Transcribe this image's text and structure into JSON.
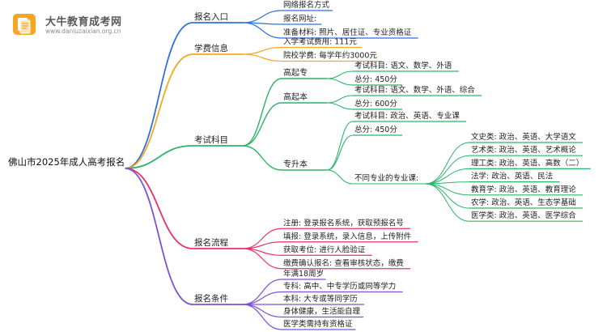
{
  "logo": {
    "title": "大牛教育成考网",
    "url": "www.daniuzaixian.org.cn"
  },
  "colors": {
    "blue": "#2f6fe0",
    "orange": "#f5a623",
    "green": "#2db46a",
    "pink": "#e8336a",
    "purple": "#7d52d6",
    "logo_orange": "#f5a623"
  },
  "root": {
    "label": "佛山市2025年成人高考报名"
  },
  "branches": [
    {
      "label": "报名入口",
      "items": [
        "网络报名方式",
        "报名网址:",
        "准备材料: 照片、居住证、专业资格证"
      ]
    },
    {
      "label": "学费信息",
      "items": [
        "入学考试费用: 111元",
        "院校学费: 每学年约3000元"
      ]
    },
    {
      "label": "考试科目",
      "children": [
        {
          "label": "高起专",
          "items": [
            "考试科目: 语文、数学、外语",
            "总分: 450分"
          ]
        },
        {
          "label": "高起本",
          "items": [
            "考试科目: 语文、数学、外语、综合",
            "总分: 600分"
          ]
        },
        {
          "label": "专升本",
          "items": [
            "考试科目: 政治、英语、专业课",
            "总分: 450分"
          ],
          "sub": {
            "label": "不同专业的专业课:",
            "items": [
              "文史类: 政治、英语、大学语文",
              "艺术类: 政治、英语、艺术概论",
              "理工类: 政治、英语、高数（二）",
              "法学: 政治、英语、民法",
              "教育学: 政治、英语、教育理论",
              "农学: 政治、英语、生态学基础",
              "医学类: 政治、英语、医学综合"
            ]
          }
        }
      ]
    },
    {
      "label": "报名流程",
      "items": [
        "注册: 登录报名系统，获取预报名号",
        "填报: 登录系统，录入信息，上传附件",
        "获取考位: 进行人脸验证",
        "缴费确认报名: 查看审核状态，缴费"
      ]
    },
    {
      "label": "报名条件",
      "items": [
        "年满18周岁",
        "专科: 高中、中专学历或同等学力",
        "本科: 大专或等同学历",
        "身体健康，生活能自理",
        "医学类需持有资格证"
      ]
    }
  ]
}
